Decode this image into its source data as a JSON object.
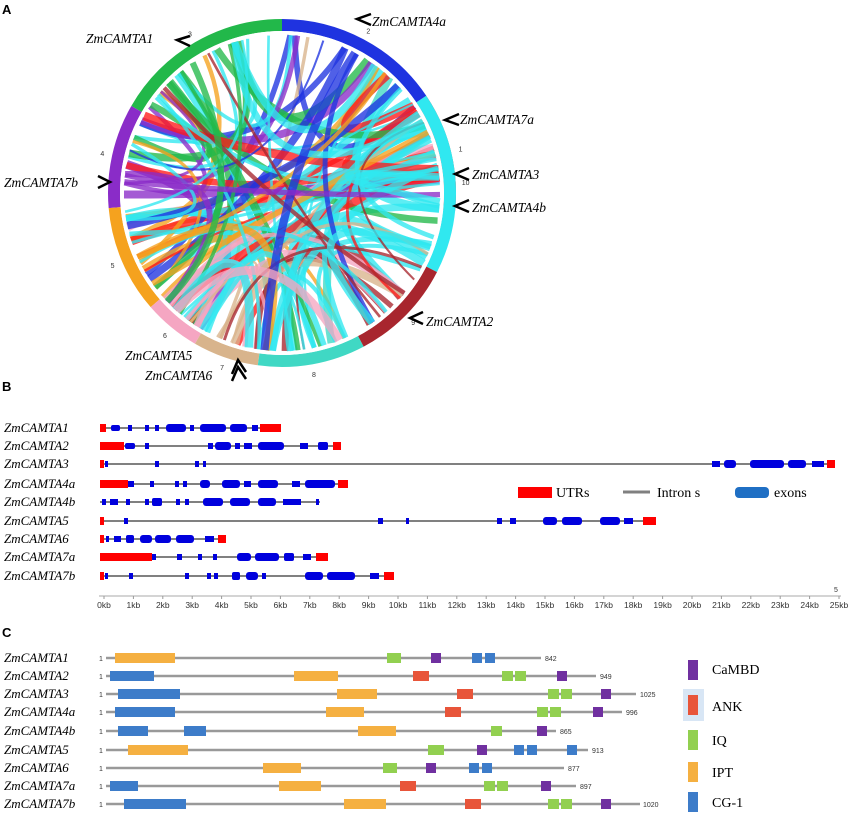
{
  "panels": {
    "a": "A",
    "b": "B",
    "c": "C"
  },
  "colors": {
    "utr": "#ff0000",
    "intron": "#808080",
    "exon": "#0000dd",
    "CaMBD": "#7030a0",
    "ANK": "#e8553a",
    "IQ": "#92d050",
    "IPT": "#f5b041",
    "CG-1": "#3d7cc9"
  },
  "circos": {
    "sectors": [
      {
        "label": "1",
        "color": "#ff1a1a"
      },
      {
        "label": "2",
        "color": "#1f33e0"
      },
      {
        "label": "3",
        "color": "#22b84a"
      },
      {
        "label": "4",
        "color": "#8a2cc8"
      },
      {
        "label": "5",
        "color": "#f5a21e"
      },
      {
        "label": "6",
        "color": "#f5a6c2"
      },
      {
        "label": "7",
        "color": "#d8b48c"
      },
      {
        "label": "8",
        "color": "#40d8c4"
      },
      {
        "label": "9",
        "color": "#a8262e"
      },
      {
        "label": "10",
        "color": "#30e8f0"
      }
    ],
    "gene_labels": [
      "ZmCAMTA1",
      "ZmCAMTA4a",
      "ZmCAMTA7a",
      "ZmCAMTA3",
      "ZmCAMTA4b",
      "ZmCAMTA7b",
      "ZmCAMTA2",
      "ZmCAMTA5",
      "ZmCAMTA6"
    ]
  },
  "structure": {
    "genes": [
      "ZmCAMTA1",
      "ZmCAMTA2",
      "ZmCAMTA3",
      "ZmCAMTA4a",
      "ZmCAMTA4b",
      "ZmCAMTA5",
      "ZmCAMTA6",
      "ZmCAMTA7a",
      "ZmCAMTA7b"
    ],
    "axis_ticks": [
      "0kb",
      "1kb",
      "2kb",
      "3kb",
      "4kb",
      "5kb",
      "6kb",
      "7kb",
      "8kb",
      "9kb",
      "10kb",
      "11kb",
      "12kb",
      "13kb",
      "14kb",
      "15kb",
      "16kb",
      "17kb",
      "18kb",
      "19kb",
      "20kb",
      "21kb",
      "22kb",
      "23kb",
      "24kb",
      "25kb"
    ],
    "corner_mark": "5",
    "legend": {
      "utrs": "UTRs",
      "introns": "Intron s",
      "exons": "exons"
    }
  },
  "domains": {
    "proteins": [
      {
        "name": "ZmCAMTA1",
        "start": "1",
        "length": "842"
      },
      {
        "name": "ZmCAMTA2",
        "start": "1",
        "length": "949"
      },
      {
        "name": "ZmCAMTA3",
        "start": "1",
        "length": "1025"
      },
      {
        "name": "ZmCAMTA4a",
        "start": "1",
        "length": "996"
      },
      {
        "name": "ZmCAMTA4b",
        "start": "1",
        "length": "865"
      },
      {
        "name": "ZmCAMTA5",
        "start": "1",
        "length": "913"
      },
      {
        "name": "ZmCAMTA6",
        "start": "1",
        "length": "877"
      },
      {
        "name": "ZmCAMTA7a",
        "start": "1",
        "length": "897"
      },
      {
        "name": "ZmCAMTA7b",
        "start": "1",
        "length": "1020"
      }
    ],
    "legend": [
      "CaMBD",
      "ANK",
      "IQ",
      "IPT",
      "CG-1"
    ]
  }
}
